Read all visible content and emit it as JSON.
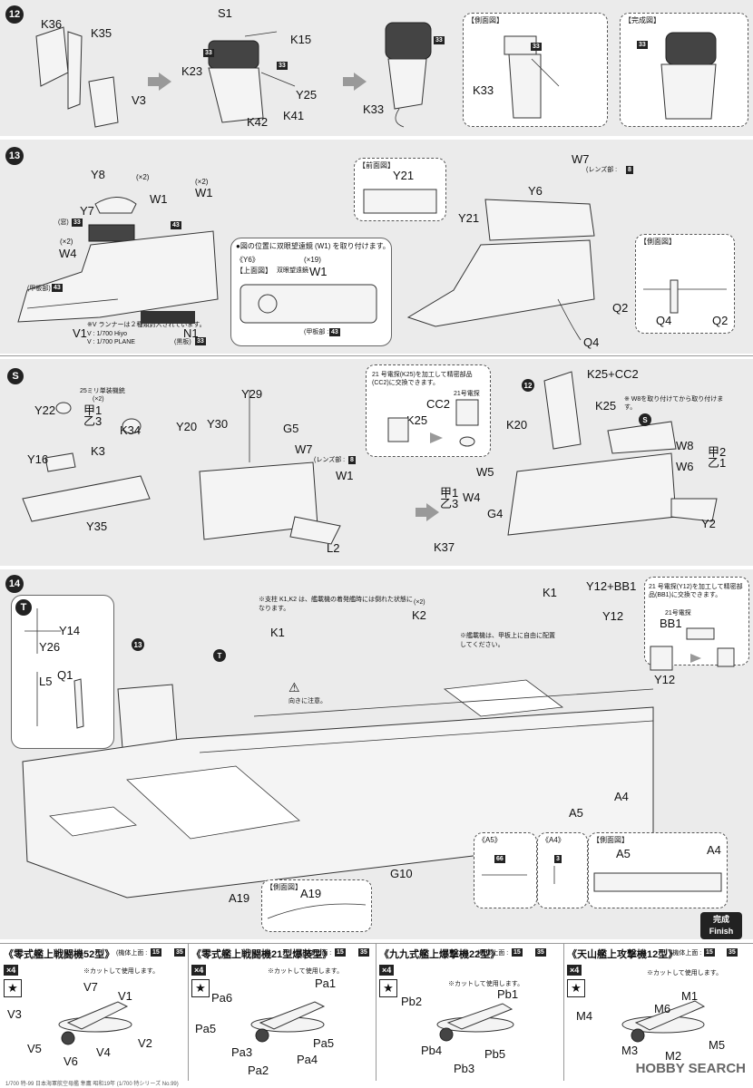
{
  "step12": {
    "number": "12",
    "labels": {
      "k36": "K36",
      "k35": "K35",
      "v3": "V3",
      "s1": "S1",
      "k15": "K15",
      "k23": "K23",
      "y25": "Y25",
      "k42": "K42",
      "k41": "K41",
      "k33": "K33",
      "k33b": "K33"
    },
    "side_view": "【側面図】",
    "complete_view": "【完成図】",
    "badge": "33"
  },
  "step13": {
    "number": "13",
    "labels": {
      "y8": "Y8",
      "y7": "Y7",
      "w1a": "W1",
      "w1b": "W1",
      "x2a": "(×2)",
      "x2b": "(×2)",
      "x2c": "(×2)",
      "w4": "W4",
      "v1": "V1",
      "n1": "N1",
      "y21": "Y21",
      "y21b": "Y21",
      "y6": "Y6",
      "w7": "W7",
      "q2": "Q2",
      "q2b": "Q2",
      "q4": "Q4",
      "q4b": "Q4"
    },
    "window_note": "(窓)",
    "deck_note": "(甲板部)",
    "black_note": "(黒板)",
    "runner_note": "※V ランナーは２種類封入されています。",
    "runner_v": "V : 1/700 Hiyo",
    "runner_v2": "V : 1/700 PLANE",
    "front_view": "【前面図】",
    "side_view": "【側面図】",
    "lens_note": "(レンズ部 :",
    "lens_badge": "8",
    "binocular_note": "●図の位置に双眼望遠鏡 (W1) を取り付けます。",
    "y6_title": "《Y6》",
    "top_view": "【上面図】",
    "x19": "(×19)",
    "binocular_label": "双眼望遠鏡",
    "w1c": "W1",
    "deck_note2": "(甲板部 :",
    "badge": "33",
    "badge43": "43"
  },
  "stepS": {
    "letter": "S",
    "labels": {
      "y22": "Y22",
      "y16": "Y16",
      "y35": "Y35",
      "k3": "K3",
      "k34": "K34",
      "kou1": "甲1",
      "otsu3": "乙3",
      "y20": "Y20",
      "y30": "Y30",
      "y29": "Y29",
      "g5": "G5",
      "w7": "W7",
      "w1": "W1",
      "l2": "L2",
      "k25": "K25",
      "cc2": "CC2",
      "k25cc2": "K25+CC2",
      "k20": "K20",
      "k25b": "K25",
      "w8": "W8",
      "w6": "W6",
      "kou2": "甲2",
      "otsu1": "乙1",
      "y2": "Y2",
      "w5": "W5",
      "w4": "W4",
      "g4": "G4",
      "kou1b": "甲1",
      "otsu3b": "乙3",
      "k37": "K37"
    },
    "gun_note": "25ミリ単装機銃",
    "gun_x2": "(×2)",
    "radar_note": "21 号電探(K25)を加工して精密部品(CC2)に交換できます。",
    "radar_label": "21号電探",
    "w8_note": "※ W8を取り付けてから取り付けます。",
    "lens_note": "(レンズ部 :",
    "lens_badge": "8"
  },
  "step14": {
    "number": "14",
    "labels": {
      "y14": "Y14",
      "y26": "Y26",
      "l5": "L5",
      "q1": "Q1",
      "k1": "K1",
      "k1b": "K1",
      "k2": "K2",
      "x2": "(×2)",
      "y12bb1": "Y12+BB1",
      "y12": "Y12",
      "a5": "A5",
      "a4": "A4",
      "g10": "G10",
      "a19": "A19",
      "bb1": "BB1",
      "y12b": "Y12",
      "a5b": "A5",
      "a4b": "A4",
      "a19b": "A19"
    },
    "support_note": "※支柱 K1,K2 は、艦載機の着発艦時には倒れた状態になります。",
    "direction_note": "向きに注意。",
    "aircraft_note": "※艦載機は、甲板上に自由に配置してください。",
    "radar_note": "21 号電探(Y12)を加工して精密部品(BB1)に交換できます。",
    "radar_label": "21号電探",
    "a5_title": "《A5》",
    "a4_title": "《A4》",
    "side_view": "【側面図】",
    "side_view2": "【側面図】",
    "badge66": "66",
    "badge3": "3"
  },
  "finish": {
    "jp": "完成",
    "en": "Finish"
  },
  "planes": [
    {
      "title": "《零式艦上戦闘機52型》",
      "meta": "(機体上面 :",
      "up": "15",
      "down": "35",
      "count": "×4",
      "labels": [
        "V7",
        "V1",
        "V3",
        "V5",
        "V4",
        "V6",
        "V2"
      ],
      "cut": "※カットして使用します。"
    },
    {
      "title": "《零式艦上戦闘機21型爆装型》",
      "meta": "(機体上面 :",
      "up": "15",
      "down": "35",
      "count": "×4",
      "labels": [
        "Pa1",
        "Pa6",
        "Pa5",
        "Pa3",
        "Pa2",
        "Pa4",
        "Pa5"
      ],
      "cut": "※カットして使用します。"
    },
    {
      "title": "《九九式艦上爆撃機22型》",
      "meta": "(機体上面 :",
      "up": "15",
      "down": "35",
      "count": "×4",
      "labels": [
        "Pb1",
        "Pb2",
        "Pb4",
        "Pb3",
        "Pb5"
      ],
      "cut": "※カットして使用します。"
    },
    {
      "title": "《天山艦上攻撃機12型》",
      "meta": "(機体上面 :",
      "up": "15",
      "down": "35",
      "count": "×4",
      "labels": [
        "M1",
        "M6",
        "M4",
        "M3",
        "M2",
        "M5"
      ],
      "cut": "※カットして使用します。"
    }
  ],
  "footer": "1/700 特-99 日本海軍航空母艦 隼鷹 昭和19年 (1/700 特シリーズ No.99)",
  "watermark": "HOBBY SEARCH"
}
